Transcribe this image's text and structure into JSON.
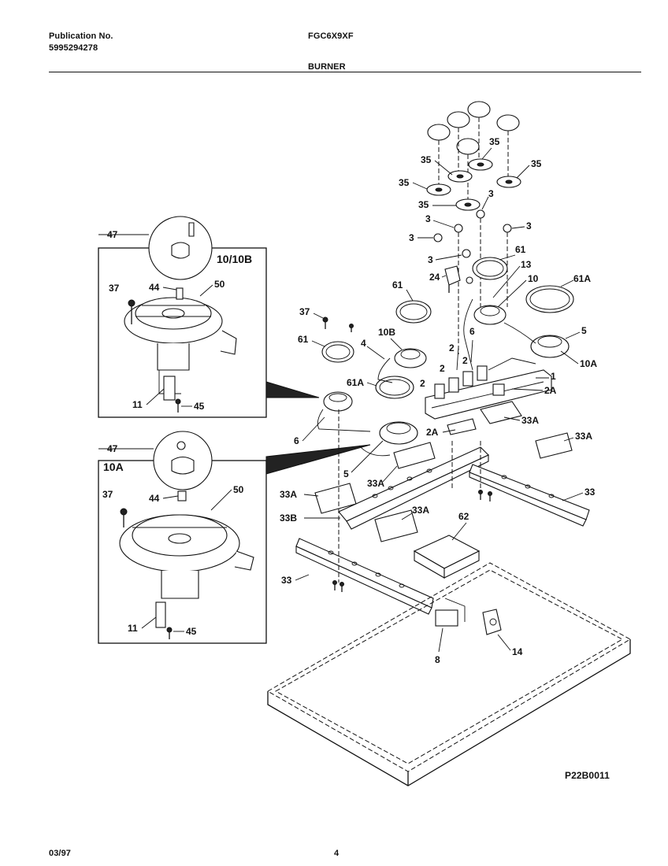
{
  "header": {
    "publication_label": "Publication No.",
    "publication_number": "5995294278",
    "model": "FGC6X9XF",
    "section": "BURNER"
  },
  "footer": {
    "date": "03/97",
    "page": "4",
    "drawing_code": "P22B0011"
  },
  "insets": {
    "top_label": "10/10B",
    "bottom_label": "10A"
  },
  "callouts": {
    "c35a": "35",
    "c35b": "35",
    "c35c": "35",
    "c35d": "35",
    "c35e": "35",
    "c3a": "3",
    "c3b": "3",
    "c3c": "3",
    "c3d": "3",
    "c3e": "3",
    "c61a": "61",
    "c61b": "61",
    "c61c": "61",
    "c61Aa": "61A",
    "c61Ab": "61A",
    "c13": "13",
    "c10": "10",
    "c24": "24",
    "c37a": "37",
    "c37b": "37",
    "c37c": "37",
    "c10B": "10B",
    "c4": "4",
    "c6a": "6",
    "c6b": "6",
    "c2a": "2",
    "c2b": "2",
    "c2c": "2",
    "c2d": "2",
    "c2Aa": "2A",
    "c2Ab": "2A",
    "c5a": "5",
    "c5b": "5",
    "c10A": "10A",
    "c1": "1",
    "c33Aa": "33A",
    "c33Ab": "33A",
    "c33Ac": "33A",
    "c33Ad": "33A",
    "c33Ae": "33A",
    "c33a": "33",
    "c33b": "33",
    "c33B": "33B",
    "c62": "62",
    "c8": "8",
    "c14": "14",
    "c47a": "47",
    "c47b": "47",
    "c44a": "44",
    "c44b": "44",
    "c50a": "50",
    "c50b": "50",
    "c11a": "11",
    "c11b": "11",
    "c45a": "45",
    "c45b": "45"
  }
}
